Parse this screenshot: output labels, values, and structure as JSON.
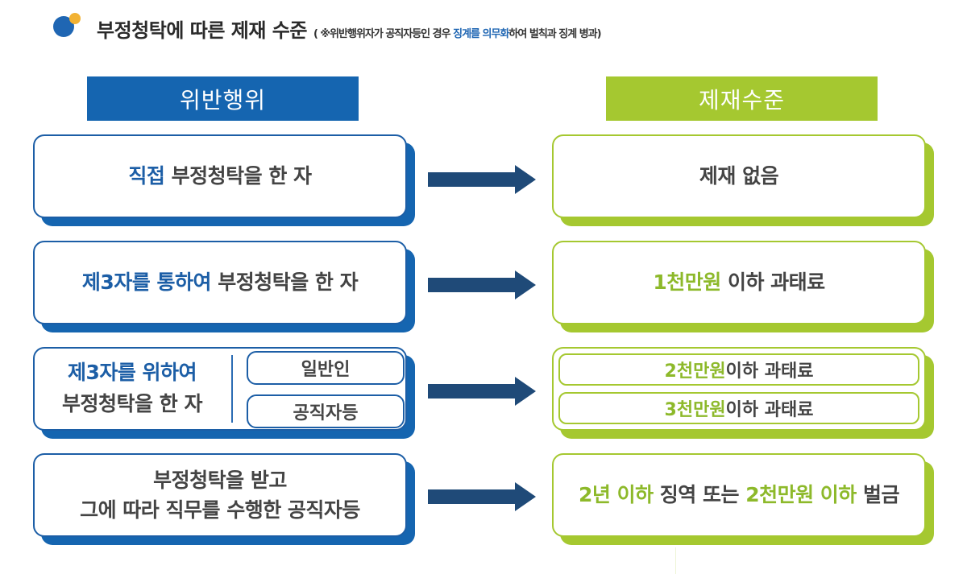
{
  "title": {
    "main": "부정청탁에 따른 제재 수준",
    "note_prefix": "( ※위반행위자가 공직자등인 경우 ",
    "note_highlight": "징계를 의무화",
    "note_suffix": "하여 벌칙과 징계 병과)"
  },
  "headers": {
    "left": "위반행위",
    "right": "제재수준"
  },
  "rows": [
    {
      "violation": {
        "highlight": "직접",
        "rest": " 부정청탁을 한 자"
      },
      "sanction": {
        "text": "제재 없음"
      }
    },
    {
      "violation": {
        "highlight": "제3자를 통하여",
        "rest": " 부정청탁을 한 자"
      },
      "sanction": {
        "highlight": "1천만원",
        "rest": " 이하 과태료"
      }
    },
    {
      "violation": {
        "line1": "제3자를 위하여",
        "line2": "부정청탁을 한 자",
        "sub": [
          "일반인",
          "공직자등"
        ]
      },
      "sanction": {
        "sub": [
          {
            "highlight": "2천만원",
            "rest": " 이하 과태료"
          },
          {
            "highlight": "3천만원",
            "rest": " 이하 과태료"
          }
        ]
      }
    },
    {
      "violation": {
        "line1": "부정청탁을 받고",
        "line2": "그에 따라 직무를 수행한 공직자등"
      },
      "sanction": {
        "hl1": "2년 이하",
        "mid": " 징역 또는 ",
        "hl2": "2천만원 이하",
        "end": " 벌금"
      }
    }
  ],
  "colors": {
    "blue": "#1565b0",
    "green": "#a5c830",
    "arrow": "#1f4a78",
    "title_dot_blue": "#1f66b3",
    "title_dot_yellow": "#f2b233"
  }
}
